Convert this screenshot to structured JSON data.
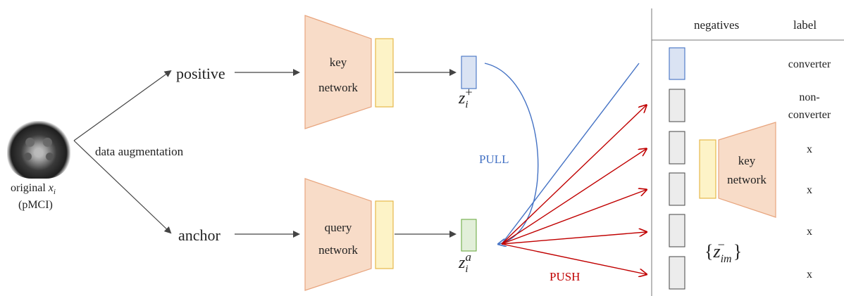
{
  "input": {
    "caption_prefix": "original ",
    "caption_var": "x",
    "caption_sub": "i",
    "class_label": "(pMCI)"
  },
  "augmentation_label": "data augmentation",
  "branches": {
    "positive_label": "positive",
    "anchor_label": "anchor"
  },
  "key_network": {
    "line1": "key",
    "line2": "network"
  },
  "query_network": {
    "line1": "query",
    "line2": "network"
  },
  "embeddings": {
    "positive": {
      "base": "z",
      "sub": "i",
      "sup": "+"
    },
    "anchor": {
      "base": "z",
      "sub": "i",
      "sup": "a"
    }
  },
  "actions": {
    "pull": "PULL",
    "push": "PUSH"
  },
  "queue_table": {
    "header_negatives": "negatives",
    "header_label": "label",
    "labels": [
      "converter",
      "non-",
      "converter",
      "x",
      "x",
      "x",
      "x"
    ],
    "inner_network": {
      "line1": "key",
      "line2": "network"
    },
    "set_label": {
      "open": "{",
      "base": "z",
      "sub": "im",
      "sup": "−",
      "close": "}"
    }
  },
  "colors": {
    "trapezoid_fill": "#f8dcc8",
    "trapezoid_stroke": "#e8a57e",
    "feature_fill": "#fdf3c7",
    "feature_stroke": "#e7b84a",
    "positive_fill": "#dae3f3",
    "positive_stroke": "#4472c4",
    "anchor_fill": "#e2efd9",
    "anchor_stroke": "#70ad47",
    "negative_fill": "#ececec",
    "negative_stroke": "#555555",
    "pull_color": "#4472c4",
    "push_color": "#c00000",
    "arrow_gray": "#444444"
  }
}
